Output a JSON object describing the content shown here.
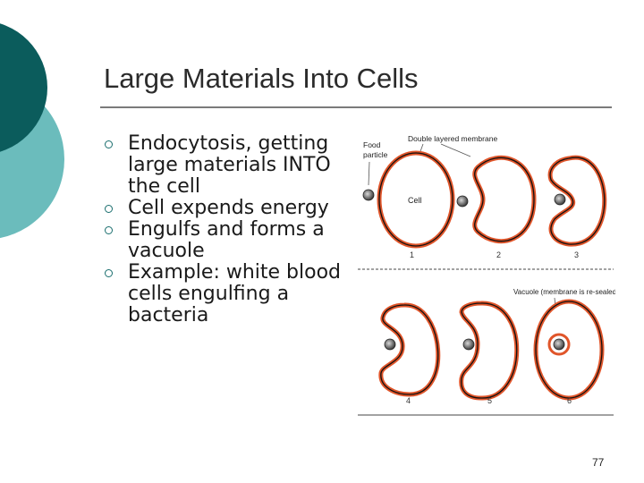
{
  "slide": {
    "title": "Large Materials Into Cells",
    "page_number": "77"
  },
  "bullets": [
    "Endocytosis, getting large materials INTO the cell",
    "Cell expends energy",
    "Engulfs and forms a vacuole",
    "Example: white blood cells engulfing a bacteria"
  ],
  "figure": {
    "label_food_particle": "Food particle",
    "label_membrane": "Double layered membrane",
    "label_cell": "Cell",
    "label_vacuole": "Vacuole (membrane is re-sealed)",
    "step_numbers": [
      "1",
      "2",
      "3",
      "4",
      "5",
      "6"
    ]
  },
  "colors": {
    "accent_dark": "#0b5c5c",
    "accent_light": "#6bbcbc",
    "membrane": "#e0552a"
  }
}
